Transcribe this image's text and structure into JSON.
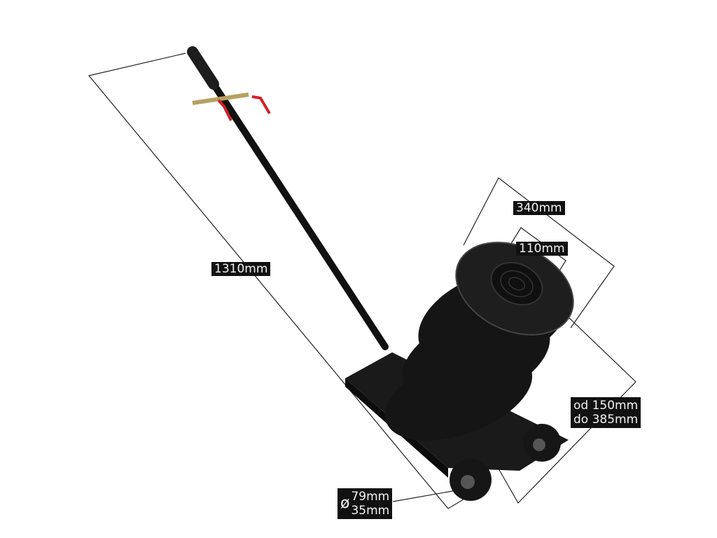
{
  "product_image": {
    "dimensions": {
      "handle_length": "1310mm",
      "top_plate_diameter": "340mm",
      "lift_pad_diameter": "110mm",
      "height_min": "od 150mm",
      "height_max": "do 385mm",
      "wheel_diameter": "79mm",
      "wheel_width": "35mm",
      "diameter_symbol": "ø"
    },
    "colors": {
      "body": "#141414",
      "handle_valve": "#d4202a",
      "label_bg": "#111111",
      "label_text": "#f2f2f2"
    }
  }
}
